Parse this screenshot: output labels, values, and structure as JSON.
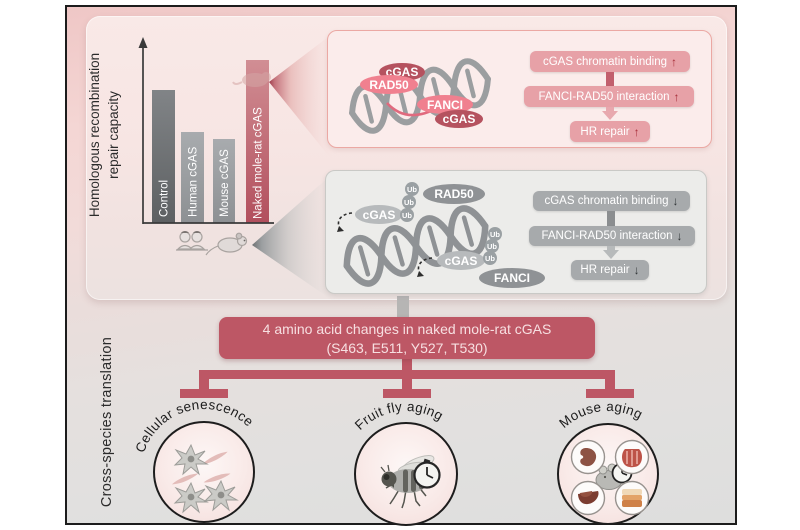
{
  "figure_labels": {
    "hr_axis_line1": "Homologous recombination",
    "hr_axis_line2": "repair capacity",
    "cross_species": "Cross-species translation"
  },
  "chart_data": {
    "type": "bar",
    "title": "",
    "ylabel": "Homologous recombination repair capacity",
    "categories": [
      "Control",
      "Human cGAS",
      "Mouse cGAS",
      "Naked mole-rat cGAS"
    ],
    "relative_values": [
      0.82,
      0.56,
      0.52,
      1.0
    ],
    "bar_colors": [
      "#6e7173",
      "#9b9ea1",
      "#9b9ea1",
      "#c05b68"
    ],
    "axis_range_note": "unlabeled qualitative axis"
  },
  "pink_panel": {
    "oval_cgas_top": "cGAS",
    "oval_rad50": "RAD50",
    "oval_fanci": "FANCI",
    "oval_cgas_bottom": "cGAS",
    "flow_box1": "cGAS chromatin binding",
    "flow_box2": "FANCI-RAD50 interaction",
    "flow_box3": "HR repair",
    "arrow": "↑"
  },
  "gray_panel": {
    "oval_cgas_left": "cGAS",
    "oval_rad50": "RAD50",
    "oval_cgas_mid": "cGAS",
    "oval_fanci": "FANCI",
    "ub_label": "Ub",
    "flow_box1": "cGAS chromatin binding",
    "flow_box2": "FANCI-RAD50 interaction",
    "flow_box3": "HR repair",
    "arrow": "↓"
  },
  "mutation_box": {
    "line1": "4 amino acid changes in naked mole-rat cGAS",
    "line2": "(S463, E511, Y527, T530)"
  },
  "outcomes": [
    {
      "label": "Cellular senescence"
    },
    {
      "label": "Fruit fly aging"
    },
    {
      "label": "Mouse aging"
    }
  ],
  "colors": {
    "accent_red": "#bd5765",
    "dark_rose_oval": "#b5525f",
    "bright_pink_oval": "#f0808f",
    "pink_flow_box": "#e7a1a7",
    "gray_flow_box": "#a7aaac",
    "panel_pink_bg": "#f8e8e6",
    "frame_top_bg": "#f0c9c8",
    "frame_bottom_bg": "#dededd"
  }
}
